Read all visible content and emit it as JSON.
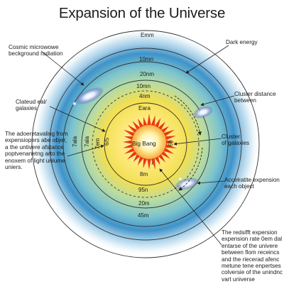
{
  "title": "Expansion of the Universe",
  "center_label": "Big Bang",
  "ring_labels": {
    "top_outer": "Emm",
    "r2": "10mn",
    "r3": "20nm",
    "r4": "10mn",
    "r5": "4nm",
    "r6": "Eara",
    "b1": "8m",
    "b2": "95n",
    "b3": "20m",
    "b4": "45m"
  },
  "vertical_labels": {
    "v1": "7ala",
    "v2": "7ala",
    "v3": "7em",
    "v4": "6/5",
    "v5": "6h"
  },
  "annotations": {
    "cmb": [
      "Cosmic microwowe",
      "beckground radiation"
    ],
    "dark_energy": [
      "Dark energy"
    ],
    "clusters_galaxies_left": [
      "Clateud eal/",
      "galaxies"
    ],
    "cluster_distance": [
      "Cluster distance",
      "between"
    ],
    "left_paragraph": [
      "The adoeretavaling from",
      "expensiopers abe objer,",
      "a the untivere afstance",
      "poptvenanetng arto the",
      "enoxem of light unlume",
      "uniers."
    ],
    "cluster_right": [
      "Cluster",
      "of galaxies"
    ],
    "accelerate": [
      "Accelratite expension",
      "each object"
    ],
    "redshift": [
      "The redsifft expersion",
      "expension rate 0em dal",
      "entarse of the univere",
      "between flom receincs",
      "and the riecerad afenc",
      "metune tene enpertses",
      "colversie of the unindnc",
      "vart universe"
    ]
  },
  "colors": {
    "core": "#fff6c8",
    "flame": "#e83a14",
    "yellow": "#f3df4a",
    "green": "#a9d8a5",
    "blue": "#3f93c9",
    "outer_blue": "#cde6f3",
    "line": "#2a2a2a"
  }
}
